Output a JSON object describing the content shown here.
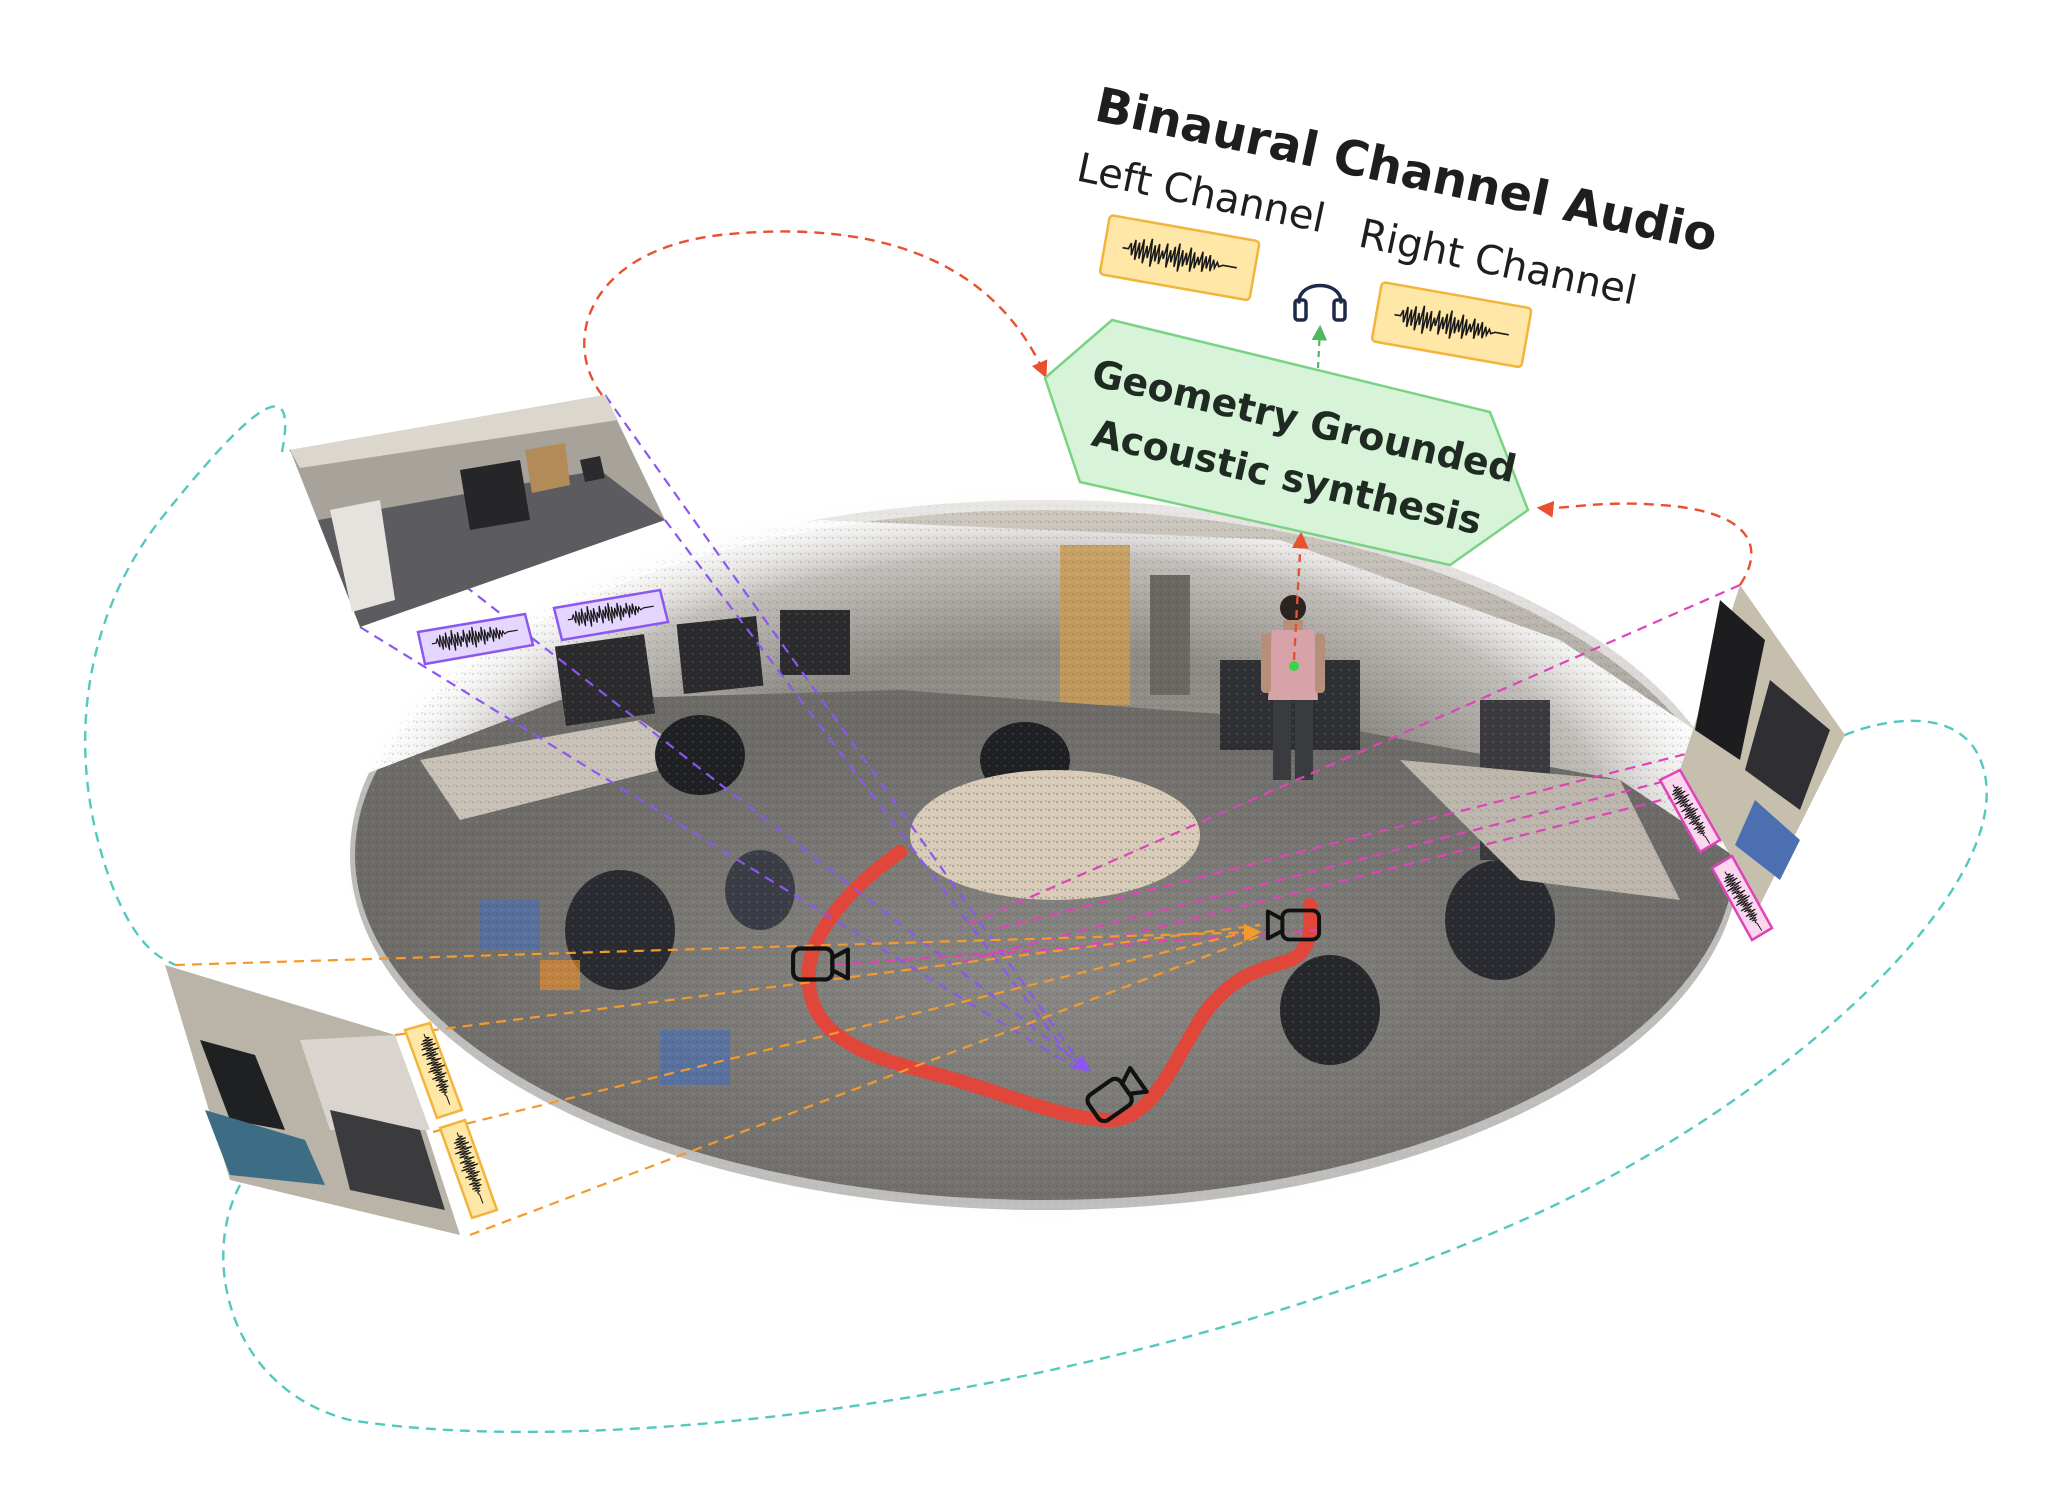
{
  "title": "Binaural Channel Audio",
  "left_channel_label": "Left Channel",
  "right_channel_label": "Right Channel",
  "synthesis_box": {
    "line1": "Geometry Grounded",
    "line2": "Acoustic synthesis"
  },
  "colors": {
    "audio_yellow_fill": "#ffe7a8",
    "audio_yellow_border": "#f2b43a",
    "audio_purple_fill": "#e4d6ff",
    "audio_purple_border": "#8b57f0",
    "audio_pink_fill": "#fbd6ef",
    "audio_pink_border": "#e043b8",
    "synth_fill": "#d7f3d8",
    "synth_border": "#7ad384",
    "trajectory_red": "#e0463a",
    "arrow_red": "#e8502f",
    "arrow_green": "#4fb85b",
    "line_purple": "#8b57f0",
    "line_pink": "#e043b8",
    "line_orange": "#f39a2c",
    "loop_teal": "#52c9bd"
  },
  "icons": [
    "headphones-icon",
    "camera-icon",
    "waveform-icon",
    "listener-person"
  ]
}
